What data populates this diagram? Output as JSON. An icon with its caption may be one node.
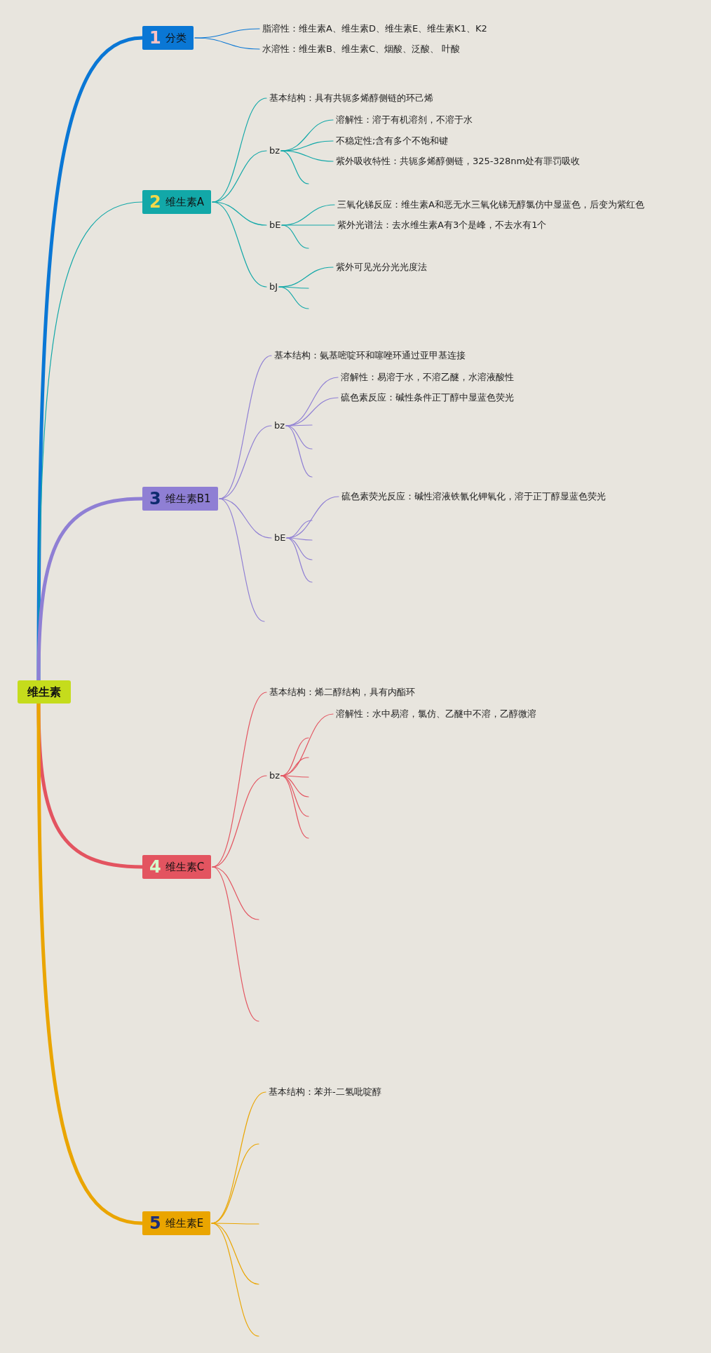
{
  "diagram": {
    "nodes": [
      {
        "text": [
          "维生素"
        ]
      },
      {
        "text": [
          "1",
          "分类"
        ]
      },
      {
        "text": [
          "脂溶性：维生素A、维生素D、维生素E、维生素K1、K2"
        ]
      },
      {
        "text": [
          "水溶性：维生素B、维生素C、烟酸、泛酸、 叶酸"
        ]
      },
      {
        "text": [
          "2",
          "维生素A"
        ]
      },
      {
        "text": [
          "基本结构：具有共轭多烯醇侧链的环己烯"
        ]
      },
      {
        "text": [
          "bz"
        ]
      },
      {
        "text": [
          "溶解性：溶于有机溶剂，不溶于水"
        ]
      },
      {
        "text": [
          "不稳定性;含有多个不饱和键"
        ]
      },
      {
        "text": [
          "紫外吸收特性：共轭多烯醇侧链，325-328nm处有罪罚吸收"
        ]
      },
      {
        "text": [
          "bE"
        ]
      },
      {
        "text": [
          "三氧化锑反应：维生素A和恶无水三氧化锑无醇氯仿中显蓝色，后变为紫红色"
        ]
      },
      {
        "text": [
          "紫外光谱法：去水维生素A有3个是峰，不去水有1个"
        ]
      },
      {
        "text": [
          "bJ"
        ]
      },
      {
        "text": [
          "紫外可见光分光光度法"
        ]
      },
      {
        "text": [
          "3",
          "维生素B1"
        ]
      },
      {
        "text": [
          "基本结构：氨基嘧啶环和噻唑环通过亚甲基连接"
        ]
      },
      {
        "text": [
          "bz"
        ]
      },
      {
        "text": [
          "溶解性：易溶于水，不溶乙醚，水溶液酸性"
        ]
      },
      {
        "text": [
          "硫色素反应：碱性条件正丁醇中显蓝色荧光"
        ]
      },
      {
        "text": [
          "bE"
        ]
      },
      {
        "text": [
          "硫色素荧光反应：碱性溶液铁氰化钾氧化，溶于正丁醇显蓝色荧光"
        ]
      },
      {
        "text": [
          "4",
          "维生素C"
        ]
      },
      {
        "text": [
          "基本结构：烯二醇结构，具有内酯环"
        ]
      },
      {
        "text": [
          "bz"
        ]
      },
      {
        "text": [
          "溶解性：水中易溶，氯仿、乙醚中不溶，乙醇微溶"
        ]
      },
      {
        "text": [
          "5",
          "维生素E"
        ]
      },
      {
        "text": [
          "基本结构：苯并-二氢吡啶醇"
        ]
      }
    ],
    "edges": [
      {
        "from": 0,
        "to": 1,
        "arrow": "none",
        "style": "thick",
        "color": "#0a77d5"
      },
      {
        "from": 1,
        "to": 2,
        "arrow": "none",
        "color": "#0a77d5"
      },
      {
        "from": 1,
        "to": 3,
        "arrow": "none",
        "color": "#0a77d5"
      },
      {
        "from": 0,
        "to": 4,
        "arrow": "none",
        "color": "#12a8a8"
      },
      {
        "from": 4,
        "to": 5,
        "arrow": "none",
        "color": "#12a8a8"
      },
      {
        "from": 4,
        "to": 6,
        "arrow": "none",
        "color": "#12a8a8"
      },
      {
        "from": 6,
        "to": 7,
        "arrow": "none",
        "color": "#12a8a8"
      },
      {
        "from": 6,
        "to": 8,
        "arrow": "none",
        "color": "#12a8a8"
      },
      {
        "from": 6,
        "to": 9,
        "arrow": "none",
        "color": "#12a8a8"
      },
      {
        "from": 6,
        "to": null,
        "arrow": "none",
        "color": "#12a8a8"
      },
      {
        "from": 4,
        "to": 10,
        "arrow": "none",
        "color": "#12a8a8"
      },
      {
        "from": 10,
        "to": 11,
        "arrow": "none",
        "color": "#12a8a8"
      },
      {
        "from": 10,
        "to": 12,
        "arrow": "none",
        "color": "#12a8a8"
      },
      {
        "from": 10,
        "to": null,
        "arrow": "none",
        "color": "#12a8a8"
      },
      {
        "from": 4,
        "to": 13,
        "arrow": "none",
        "color": "#12a8a8"
      },
      {
        "from": 13,
        "to": 14,
        "arrow": "none",
        "color": "#12a8a8"
      },
      {
        "from": 13,
        "to": null,
        "arrow": "none",
        "color": "#12a8a8"
      },
      {
        "from": 13,
        "to": null,
        "arrow": "none",
        "color": "#12a8a8"
      },
      {
        "from": 0,
        "to": 15,
        "arrow": "none",
        "style": "thick",
        "color": "#8f7fd4"
      },
      {
        "from": 15,
        "to": 16,
        "arrow": "none",
        "color": "#8f7fd4"
      },
      {
        "from": 15,
        "to": 17,
        "arrow": "none",
        "color": "#8f7fd4"
      },
      {
        "from": 17,
        "to": 18,
        "arrow": "none",
        "color": "#8f7fd4"
      },
      {
        "from": 17,
        "to": 19,
        "arrow": "none",
        "color": "#8f7fd4"
      },
      {
        "from": 17,
        "to": null,
        "arrow": "none",
        "color": "#8f7fd4"
      },
      {
        "from": 17,
        "to": null,
        "arrow": "none",
        "color": "#8f7fd4"
      },
      {
        "from": 17,
        "to": null,
        "arrow": "none",
        "color": "#8f7fd4"
      },
      {
        "from": 15,
        "to": 20,
        "arrow": "none",
        "color": "#8f7fd4"
      },
      {
        "from": 20,
        "to": 21,
        "arrow": "none",
        "color": "#8f7fd4"
      },
      {
        "from": 20,
        "to": null,
        "arrow": "none",
        "color": "#8f7fd4"
      },
      {
        "from": 20,
        "to": null,
        "arrow": "none",
        "color": "#8f7fd4"
      },
      {
        "from": 20,
        "to": null,
        "arrow": "none",
        "color": "#8f7fd4"
      },
      {
        "from": 20,
        "to": null,
        "arrow": "none",
        "color": "#8f7fd4"
      },
      {
        "from": 15,
        "to": null,
        "arrow": "none",
        "color": "#8f7fd4"
      },
      {
        "from": 0,
        "to": 22,
        "arrow": "none",
        "style": "thick",
        "color": "#e35460"
      },
      {
        "from": 22,
        "to": 23,
        "arrow": "none",
        "color": "#e35460"
      },
      {
        "from": 22,
        "to": 24,
        "arrow": "none",
        "color": "#e35460"
      },
      {
        "from": 24,
        "to": 25,
        "arrow": "none",
        "color": "#e35460"
      },
      {
        "from": 24,
        "to": null,
        "arrow": "none",
        "color": "#e35460"
      },
      {
        "from": 24,
        "to": null,
        "arrow": "none",
        "color": "#e35460"
      },
      {
        "from": 24,
        "to": null,
        "arrow": "none",
        "color": "#e35460"
      },
      {
        "from": 24,
        "to": null,
        "arrow": "none",
        "color": "#e35460"
      },
      {
        "from": 24,
        "to": null,
        "arrow": "none",
        "color": "#e35460"
      },
      {
        "from": 24,
        "to": null,
        "arrow": "none",
        "color": "#e35460"
      },
      {
        "from": 22,
        "to": null,
        "arrow": "none",
        "color": "#e35460"
      },
      {
        "from": 22,
        "to": null,
        "arrow": "none",
        "color": "#e35460"
      },
      {
        "from": 0,
        "to": 26,
        "arrow": "none",
        "style": "thick",
        "color": "#eaa500"
      },
      {
        "from": 26,
        "to": 27,
        "arrow": "none",
        "color": "#eaa500"
      },
      {
        "from": 26,
        "to": null,
        "arrow": "none",
        "color": "#eaa500"
      },
      {
        "from": 26,
        "to": null,
        "arrow": "none",
        "color": "#eaa500"
      },
      {
        "from": 26,
        "to": null,
        "arrow": "none",
        "color": "#eaa500"
      },
      {
        "from": 26,
        "to": null,
        "arrow": "none",
        "color": "#eaa500"
      }
    ]
  }
}
